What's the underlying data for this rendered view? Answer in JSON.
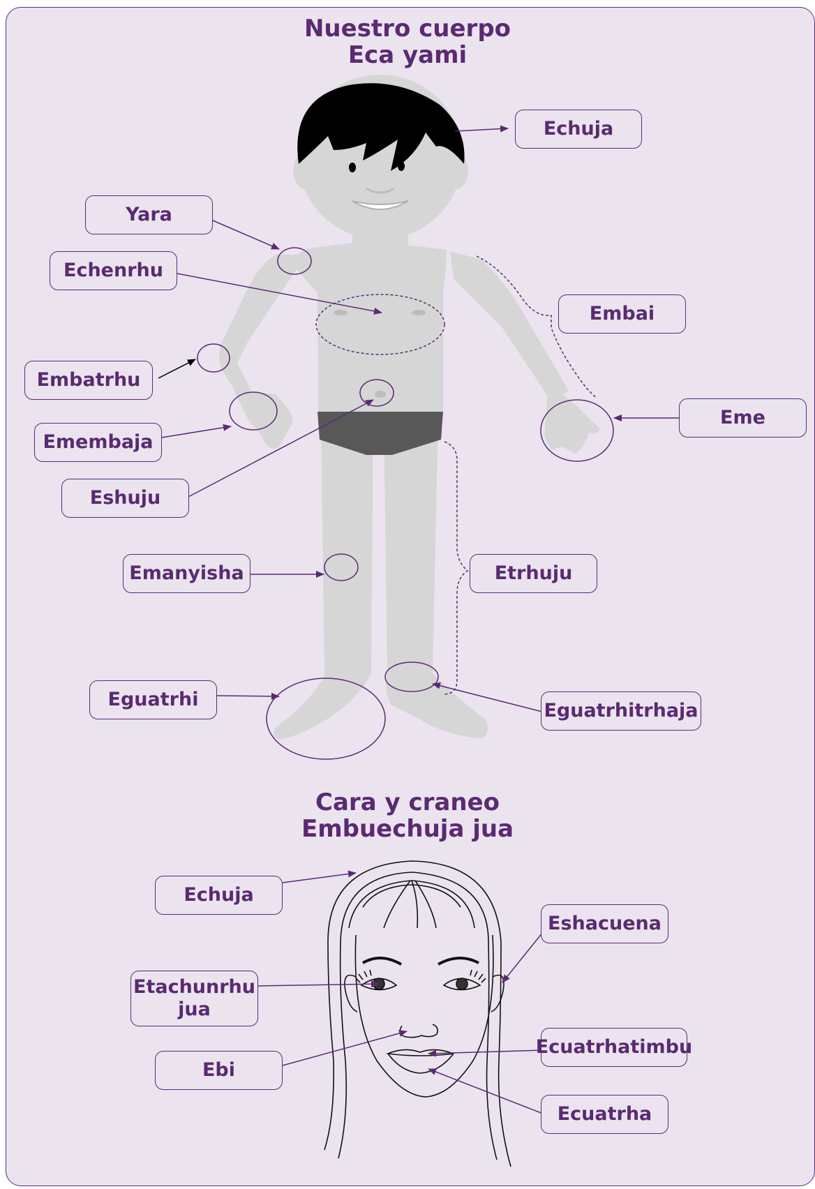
{
  "colors": {
    "accent": "#5a2a72",
    "background": "#ebe4ef",
    "body": "#d6d6d6",
    "hair": "#000000",
    "briefs": "#585858"
  },
  "body_section": {
    "title_line1": "Nuestro cuerpo",
    "title_line2": "Eca yami",
    "labels": {
      "hair": "Echuja",
      "shoulder": "Yara",
      "chest": "Echenrhu",
      "arm": "Embai",
      "elbow": "Embatrhu",
      "hand": "Eme",
      "wrist": "Emembaja",
      "navel": "Eshuju",
      "knee": "Emanyisha",
      "leg": "Etrhuju",
      "foot": "Eguatrhi",
      "ankle": "Eguatrhitrhaja"
    }
  },
  "face_section": {
    "title_line1": "Cara y craneo",
    "title_line2": "Embuechuja jua",
    "labels": {
      "hair": "Echuja",
      "ear": "Eshacuena",
      "eye_line1": "Etachunrhu",
      "eye_line2": "jua",
      "nose": "Ebi",
      "lips": "Ecuatrhatimbu",
      "mouth": "Ecuatrha"
    }
  }
}
